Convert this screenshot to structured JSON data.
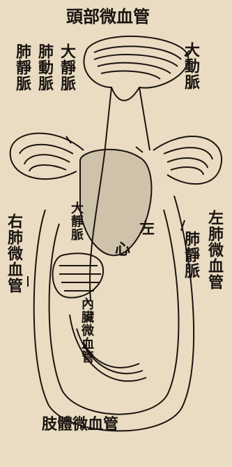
{
  "labels": {
    "top": "頭部微血管",
    "pulmonary_vein_left": "肺靜脈",
    "pulmonary_artery_left": "肺動脈",
    "vena_cava": "大靜脈",
    "aorta": "大動脈",
    "right_lung": "右肺微血管",
    "left_lung": "左肺微血管",
    "pulmonary_vein_right": "肺靜脈",
    "center_vena": "大靜脈",
    "left_mark": "左",
    "heart_mark": "心",
    "viscera": "內臟微血管",
    "limbs": "肢體微血管"
  },
  "colors": {
    "paper": "#e9dcc2",
    "ink": "#1a1410",
    "fill": "#3a3028"
  }
}
